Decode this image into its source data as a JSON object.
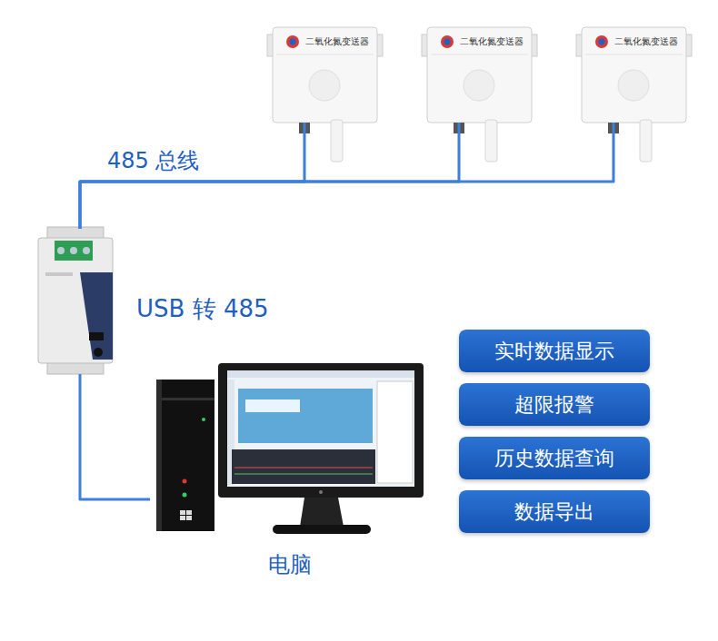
{
  "diagram": {
    "nodes": [
      {
        "text": [
          "二氧化氮变送器"
        ]
      },
      {
        "text": [
          "二氧化氮变送器"
        ]
      },
      {
        "text": [
          "二氧化氮变送器"
        ]
      },
      {
        "text": [
          "USB 转 485"
        ]
      },
      {
        "text": [
          "电脑"
        ]
      },
      {
        "text": [
          "实时数据显示"
        ]
      },
      {
        "text": [
          "超限报警"
        ]
      },
      {
        "text": [
          "历史数据查询"
        ]
      },
      {
        "text": [
          "数据导出"
        ]
      }
    ],
    "edges": [
      {
        "from": 0,
        "to": 3,
        "arrow": "none"
      },
      {
        "from": 1,
        "to": 3,
        "arrow": "none"
      },
      {
        "from": 2,
        "to": 3,
        "arrow": "none"
      },
      {
        "from": 3,
        "to": 4,
        "arrow": "none"
      }
    ],
    "labels": [
      "485 总线"
    ]
  }
}
